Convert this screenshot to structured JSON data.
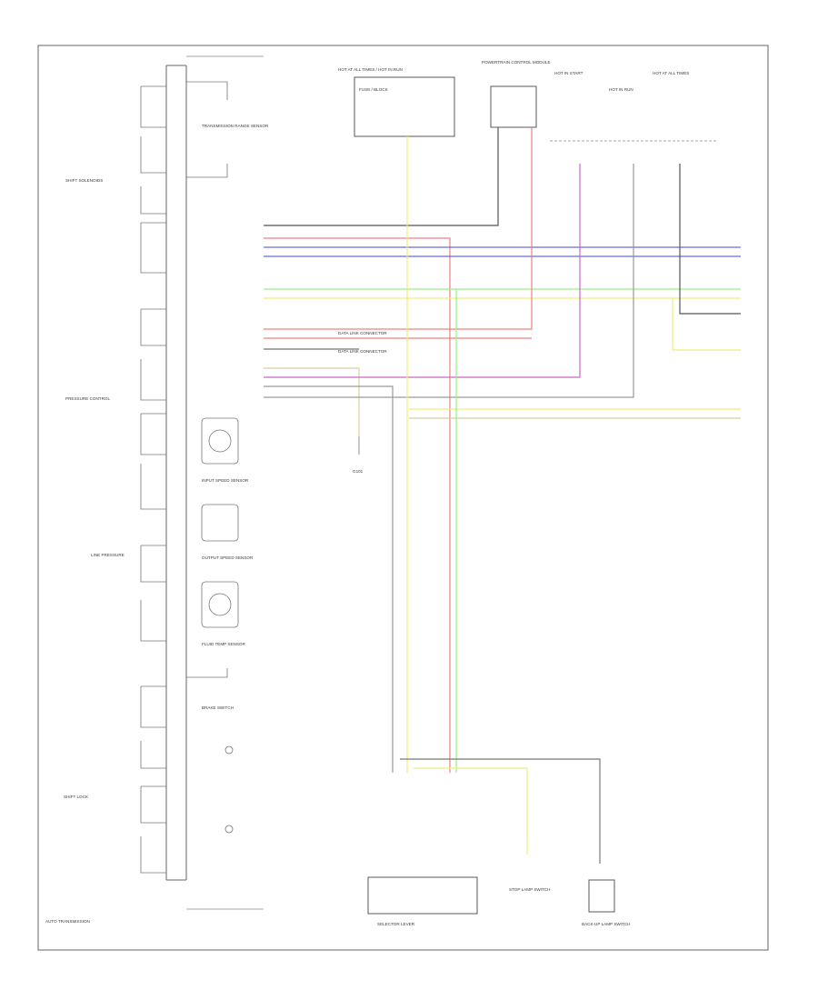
{
  "diagram": {
    "colors": {
      "black": "#555555",
      "red": "#f08080",
      "blue": "#6a6ae8",
      "violet": "#cc66cc",
      "green": "#99ee88",
      "yellow": "#eeee77",
      "tan": "#d8cfa0",
      "gray": "#9a9a9a",
      "frame": "#666666"
    },
    "top_components": [
      "HOT AT ALL TIMES / HOT IN RUN",
      "FUSE / BLOCK",
      "POWERTRAIN CONTROL MODULE",
      "HOT IN START",
      "HOT IN RUN",
      "HOT AT ALL TIMES"
    ],
    "mid_labels": [
      "DATA LINK CONNECTOR",
      "DATA LINK CONNECTOR"
    ],
    "left_labels": [
      "SHIFT SOLENOIDS",
      "PRESSURE CONTROL",
      "LINE PRESSURE",
      "SHIFT LOCK"
    ],
    "tcm_components": [
      "TRANSMISSION RANGE SENSOR",
      "INPUT SPEED SENSOR",
      "OUTPUT SPEED SENSOR",
      "FLUID TEMP SENSOR",
      "BRAKE SWITCH"
    ],
    "ground_label": "G101",
    "bottom_components": [
      "SELECTOR LEVER",
      "STOP LAMP SWITCH",
      "BACK-UP LAMP SWITCH"
    ],
    "footer": "AUTO TRANSMISSION"
  }
}
